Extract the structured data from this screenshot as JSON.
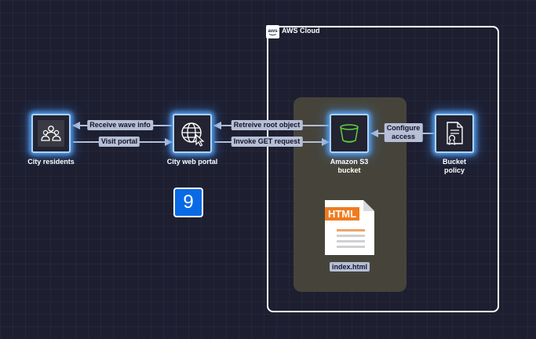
{
  "container": {
    "label": "AWS Cloud",
    "logo_text": "aws"
  },
  "nodes": {
    "residents": {
      "label": "City residents"
    },
    "portal": {
      "label": "City web portal"
    },
    "s3": {
      "label_line1": "Amazon S3",
      "label_line2": "bucket"
    },
    "policy": {
      "label_line1": "Bucket",
      "label_line2": "policy"
    }
  },
  "edges": {
    "receive_wave_info": "Receive wave info",
    "visit_portal": "Visit portal",
    "retrieve_root_object": "Retreive root object",
    "invoke_get_request": "Invoke GET request",
    "configure_line1": "Configure",
    "configure_line2": "access"
  },
  "badge": {
    "number": "9"
  },
  "file": {
    "type_label": "HTML",
    "name": "index.html"
  },
  "colors": {
    "background": "#1d1f31",
    "node_glow": "#5aaaff",
    "edge": "#b6bfd6",
    "s3_icon": "#5fcf3a",
    "html_tag": "#ef7b1f",
    "badge": "#0a6ae6",
    "group": "#46443a"
  },
  "icons": {
    "residents": "users-icon",
    "portal": "globe-cursor-icon",
    "s3": "bucket-icon",
    "policy": "document-badge-icon"
  }
}
